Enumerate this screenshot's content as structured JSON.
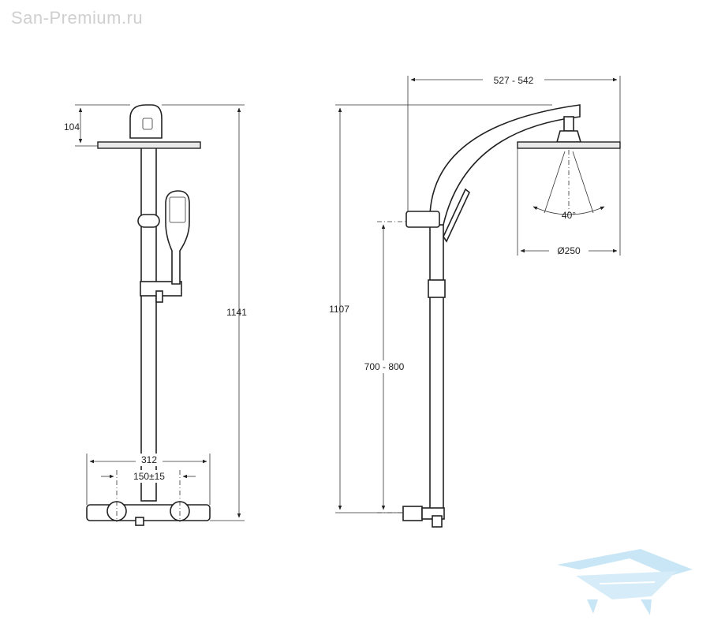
{
  "watermark": "San-Premium.ru",
  "dimensions": {
    "front_top": "104",
    "front_height": "1141",
    "front_width": "312",
    "front_centers": "150±15",
    "side_reach": "527 - 542",
    "side_height": "1107",
    "side_slide": "700 - 800",
    "spray_angle": "40°",
    "head_diameter": "Ø250"
  },
  "logo": {
    "color": "#bfe2f4"
  }
}
